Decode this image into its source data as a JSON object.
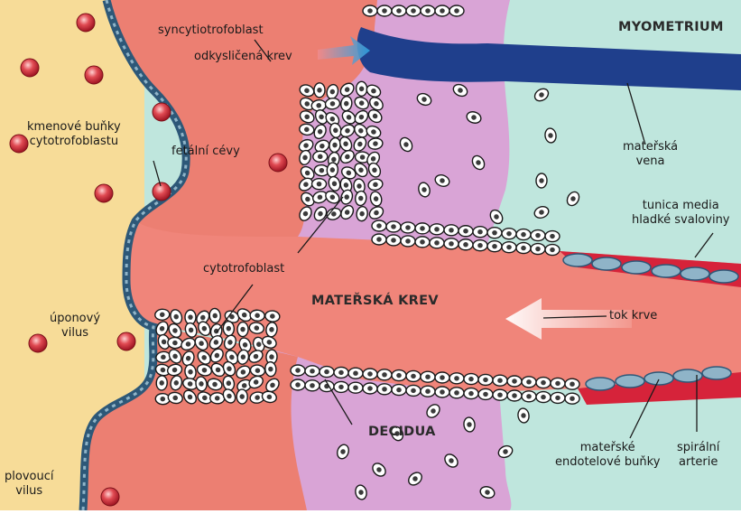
{
  "labels": {
    "syncytiotrofoblast": "syncytiotrofoblast",
    "odkyslicena_krev": "odkysličená krev",
    "myometrium": "MYOMETRIUM",
    "kmenove_bunky": [
      "kmenové buňky",
      "cytotrofoblastu"
    ],
    "fetalni_cevy": "fetální cévy",
    "materska_vena": [
      "mateřská",
      "vena"
    ],
    "tunica_media": [
      "tunica media",
      "hladké svaloviny"
    ],
    "cytotrofoblast": "cytotrofoblast",
    "materska_krev": "MATEŘSKÁ KREV",
    "tok_krve": "tok krve",
    "uponovy_vilus": [
      "úponový",
      "vilus"
    ],
    "decidua": "DECIDUA",
    "materske_endotelove": [
      "mateřské",
      "endotelové buňky"
    ],
    "spiralni_arterie": [
      "spirální",
      "arterie"
    ],
    "plovouci_vilus": [
      "plovoucí",
      "vilus"
    ]
  },
  "colors": {
    "fetal_side": "#f7dc98",
    "villus": "#ec7f72",
    "maternal_blood": "#f0857a",
    "trophoblast_border": "#2d5878",
    "decidua": "#d9a4d6",
    "myometrium": "#bfe6dd",
    "vein": "#1f3f8c",
    "smooth_muscle": "#d6233a",
    "endothelial": "#8fb4c8",
    "fetal_vessel": "#d6303c",
    "leader": "#1a1a1a"
  }
}
